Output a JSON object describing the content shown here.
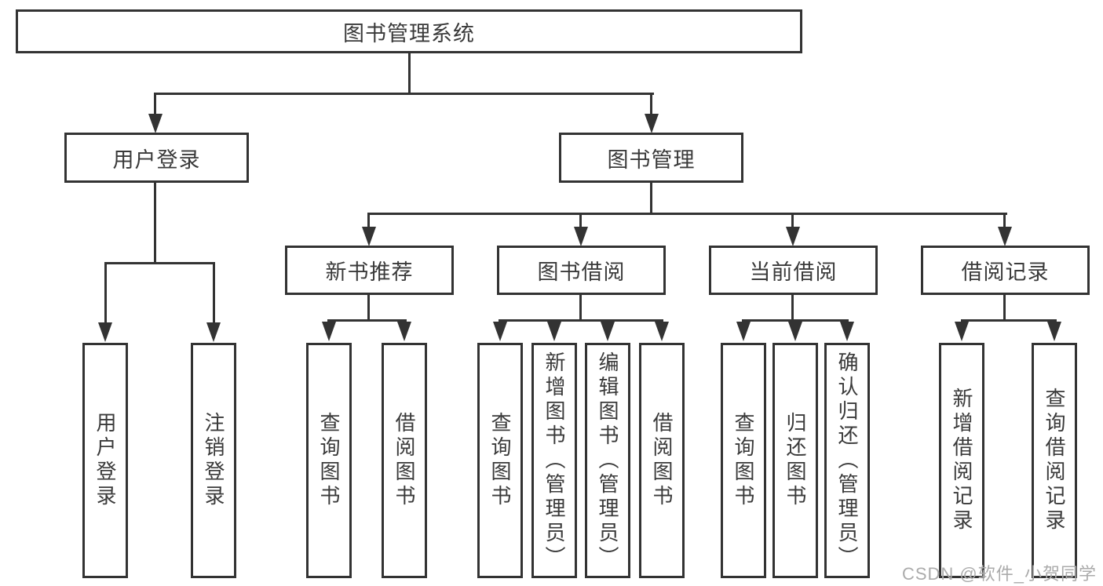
{
  "diagram": {
    "root": {
      "label": "图书管理系统"
    },
    "level2": [
      {
        "label": "用户登录",
        "children": [
          {
            "label": "用户登录"
          },
          {
            "label": "注销登录"
          }
        ]
      },
      {
        "label": "图书管理",
        "children": [
          {
            "label": "新书推荐",
            "children": [
              {
                "label": "查询图书"
              },
              {
                "label": "借阅图书"
              }
            ]
          },
          {
            "label": "图书借阅",
            "children": [
              {
                "label": "查询图书"
              },
              {
                "label": "新增图书（管理员）"
              },
              {
                "label": "编辑图书（管理员）"
              },
              {
                "label": "借阅图书"
              }
            ]
          },
          {
            "label": "当前借阅",
            "children": [
              {
                "label": "查询图书"
              },
              {
                "label": "归还图书"
              },
              {
                "label": "确认归还（管理员）"
              }
            ]
          },
          {
            "label": "借阅记录",
            "children": [
              {
                "label": "新增借阅记录"
              },
              {
                "label": "查询借阅记录"
              }
            ]
          }
        ]
      }
    ]
  },
  "watermark": {
    "text": "CSDN @软件_小贺同学"
  },
  "colors": {
    "line": "#333333",
    "text": "#3a3a3a",
    "box_background": "#ffffff",
    "watermark": "#ababab",
    "page_background": "#ffffff"
  }
}
